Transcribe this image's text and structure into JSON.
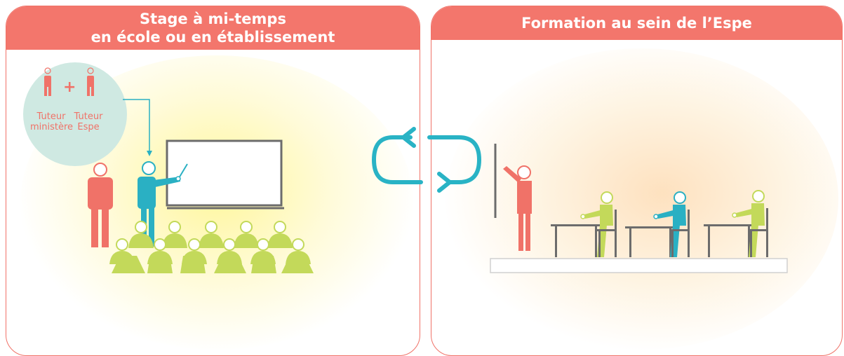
{
  "panels": {
    "left": {
      "title_line1": "Stage à mi-temps",
      "title_line2": "en école ou en établissement",
      "tutors": {
        "tutor1": {
          "line1": "Tuteur",
          "line2": "ministère"
        },
        "plus": "+",
        "tutor2": {
          "line1": "Tuteur",
          "line2": "Espe"
        }
      }
    },
    "right": {
      "title": "Formation au sein de l’Espe"
    }
  },
  "colors": {
    "header": "#f3766c",
    "border": "#f07268",
    "coral": "#f07268",
    "teal": "#2ab0c3",
    "lime": "#c3d95a",
    "board": "#6c6c6c",
    "cycle": "#29b3c5"
  },
  "icons": [
    "cycle-arrows-icon",
    "person-icon",
    "whiteboard-icon",
    "desk-icon",
    "chair-icon",
    "pointer-icon"
  ]
}
